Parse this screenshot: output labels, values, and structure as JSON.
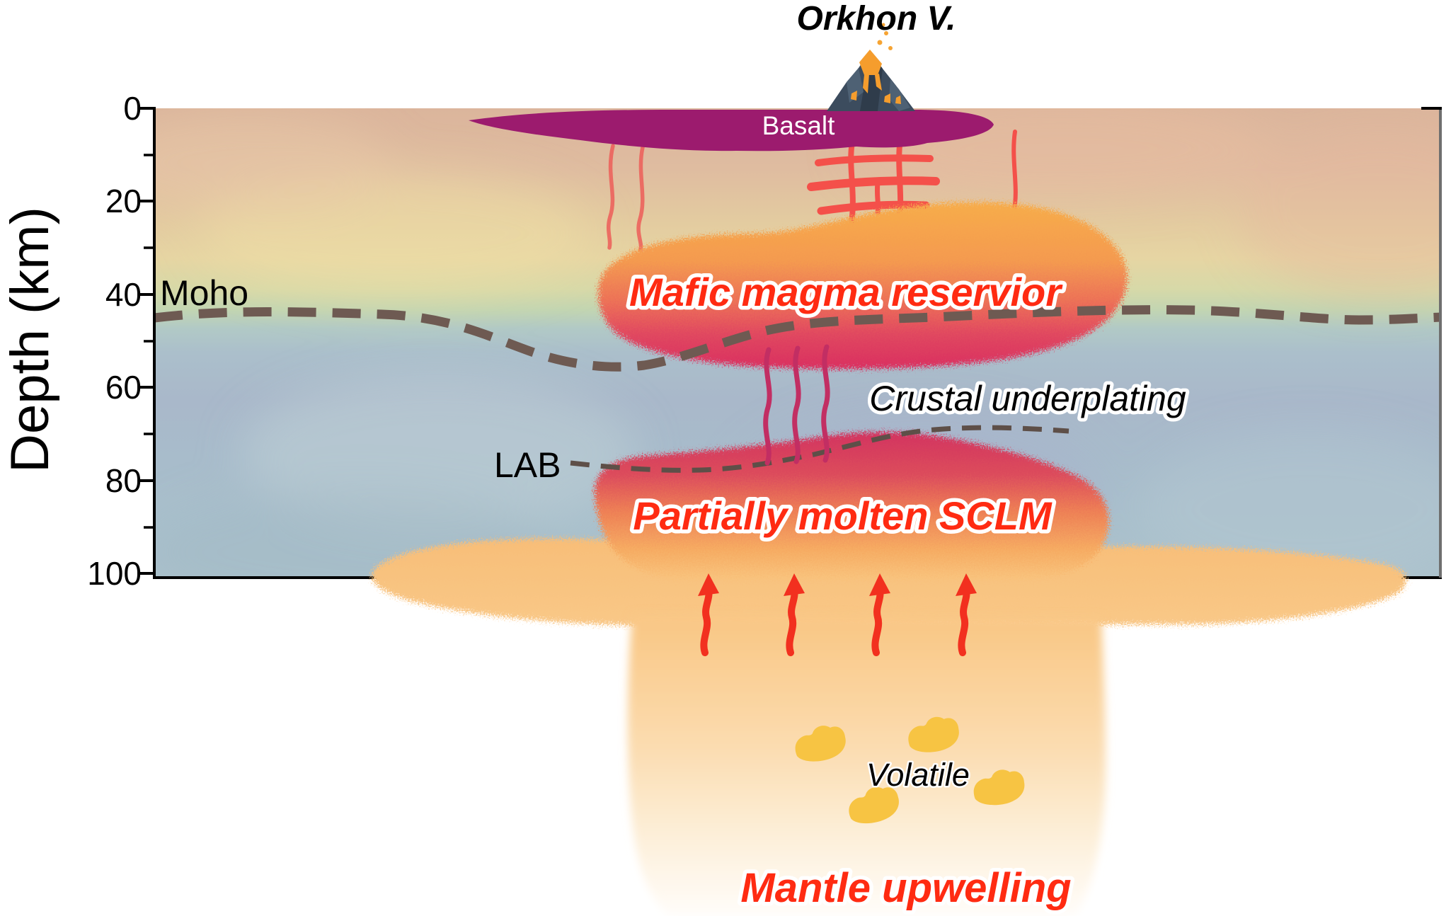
{
  "figure": {
    "title": "Orkhon V.",
    "y_axis": {
      "label": "Depth (km)",
      "ticks": [
        "0",
        "20",
        "40",
        "60",
        "80",
        "100"
      ],
      "range_km": [
        0,
        100
      ]
    },
    "labels": {
      "basalt": "Basalt",
      "moho": "Moho",
      "lab": "LAB",
      "mafic_reservoir": "Mafic magma reservior",
      "crustal_underplating": "Crustal underplating",
      "sclm": "Partially molten SCLM",
      "volatile": "Volatile",
      "mantle_upwelling": "Mantle upwelling"
    },
    "icons": {
      "volcano": "volcano-icon"
    },
    "colors": {
      "red_text": "#FF2B12",
      "basalt_lens": "#9C1B6E",
      "moho_dash": "#6E5A52",
      "lab_dash": "#5E4F48",
      "sill_dike_red": "#F4504A",
      "thin_dike_pink": "#ED635C",
      "underplating_magenta": "#C22E63",
      "arrow_red": "#F2301F",
      "volatile_yellow": "#F7C443",
      "reservoir_top_orange": "#F7AC4B",
      "reservoir_bottom_crimson": "#DA3061",
      "sclm_top_crimson": "#D2325F",
      "plume_orange": "#F8BE78",
      "crust_tan": "#DBB59C",
      "crust_yellow": "#E6D5A3",
      "mantle_bluegray": "#A9BCCB"
    }
  }
}
